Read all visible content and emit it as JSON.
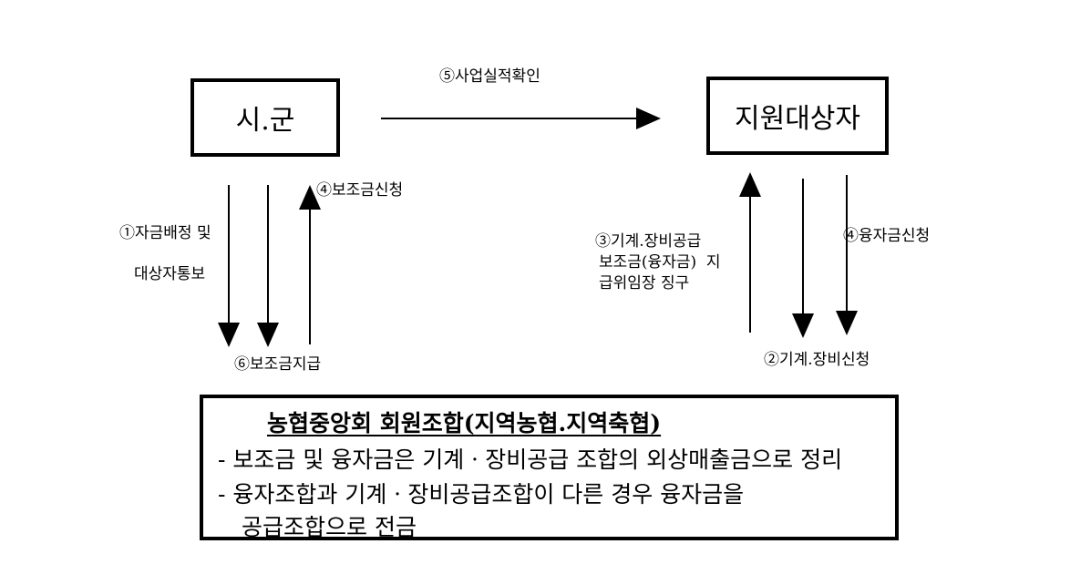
{
  "nodes": {
    "sigun": "시.군",
    "target": "지원대상자"
  },
  "edges": {
    "step5": "⑤사업실적확인",
    "step4_subsidy": "④보조금신청",
    "step1_line1": "①자금배정 및",
    "step1_line2": "대상자통보",
    "step6": "⑥보조금지급",
    "step3_line1": "③기계.장비공급",
    "step3_line2": "보조금(융자금)  지",
    "step3_line3": "급위임장 징구",
    "step4_loan": "④융자금신청",
    "step2": "②기계.장비신청"
  },
  "bottom": {
    "title": "농협중앙회 회원조합(지역농협.지역축협)",
    "lines": [
      "- 보조금 및 융자금은 기계ㆍ장비공급 조합의 외상매출금으로 정리",
      "- 융자조합과 기계ㆍ장비공급조합이 다른 경우 융자금을",
      "공급조합으로 전금"
    ]
  }
}
